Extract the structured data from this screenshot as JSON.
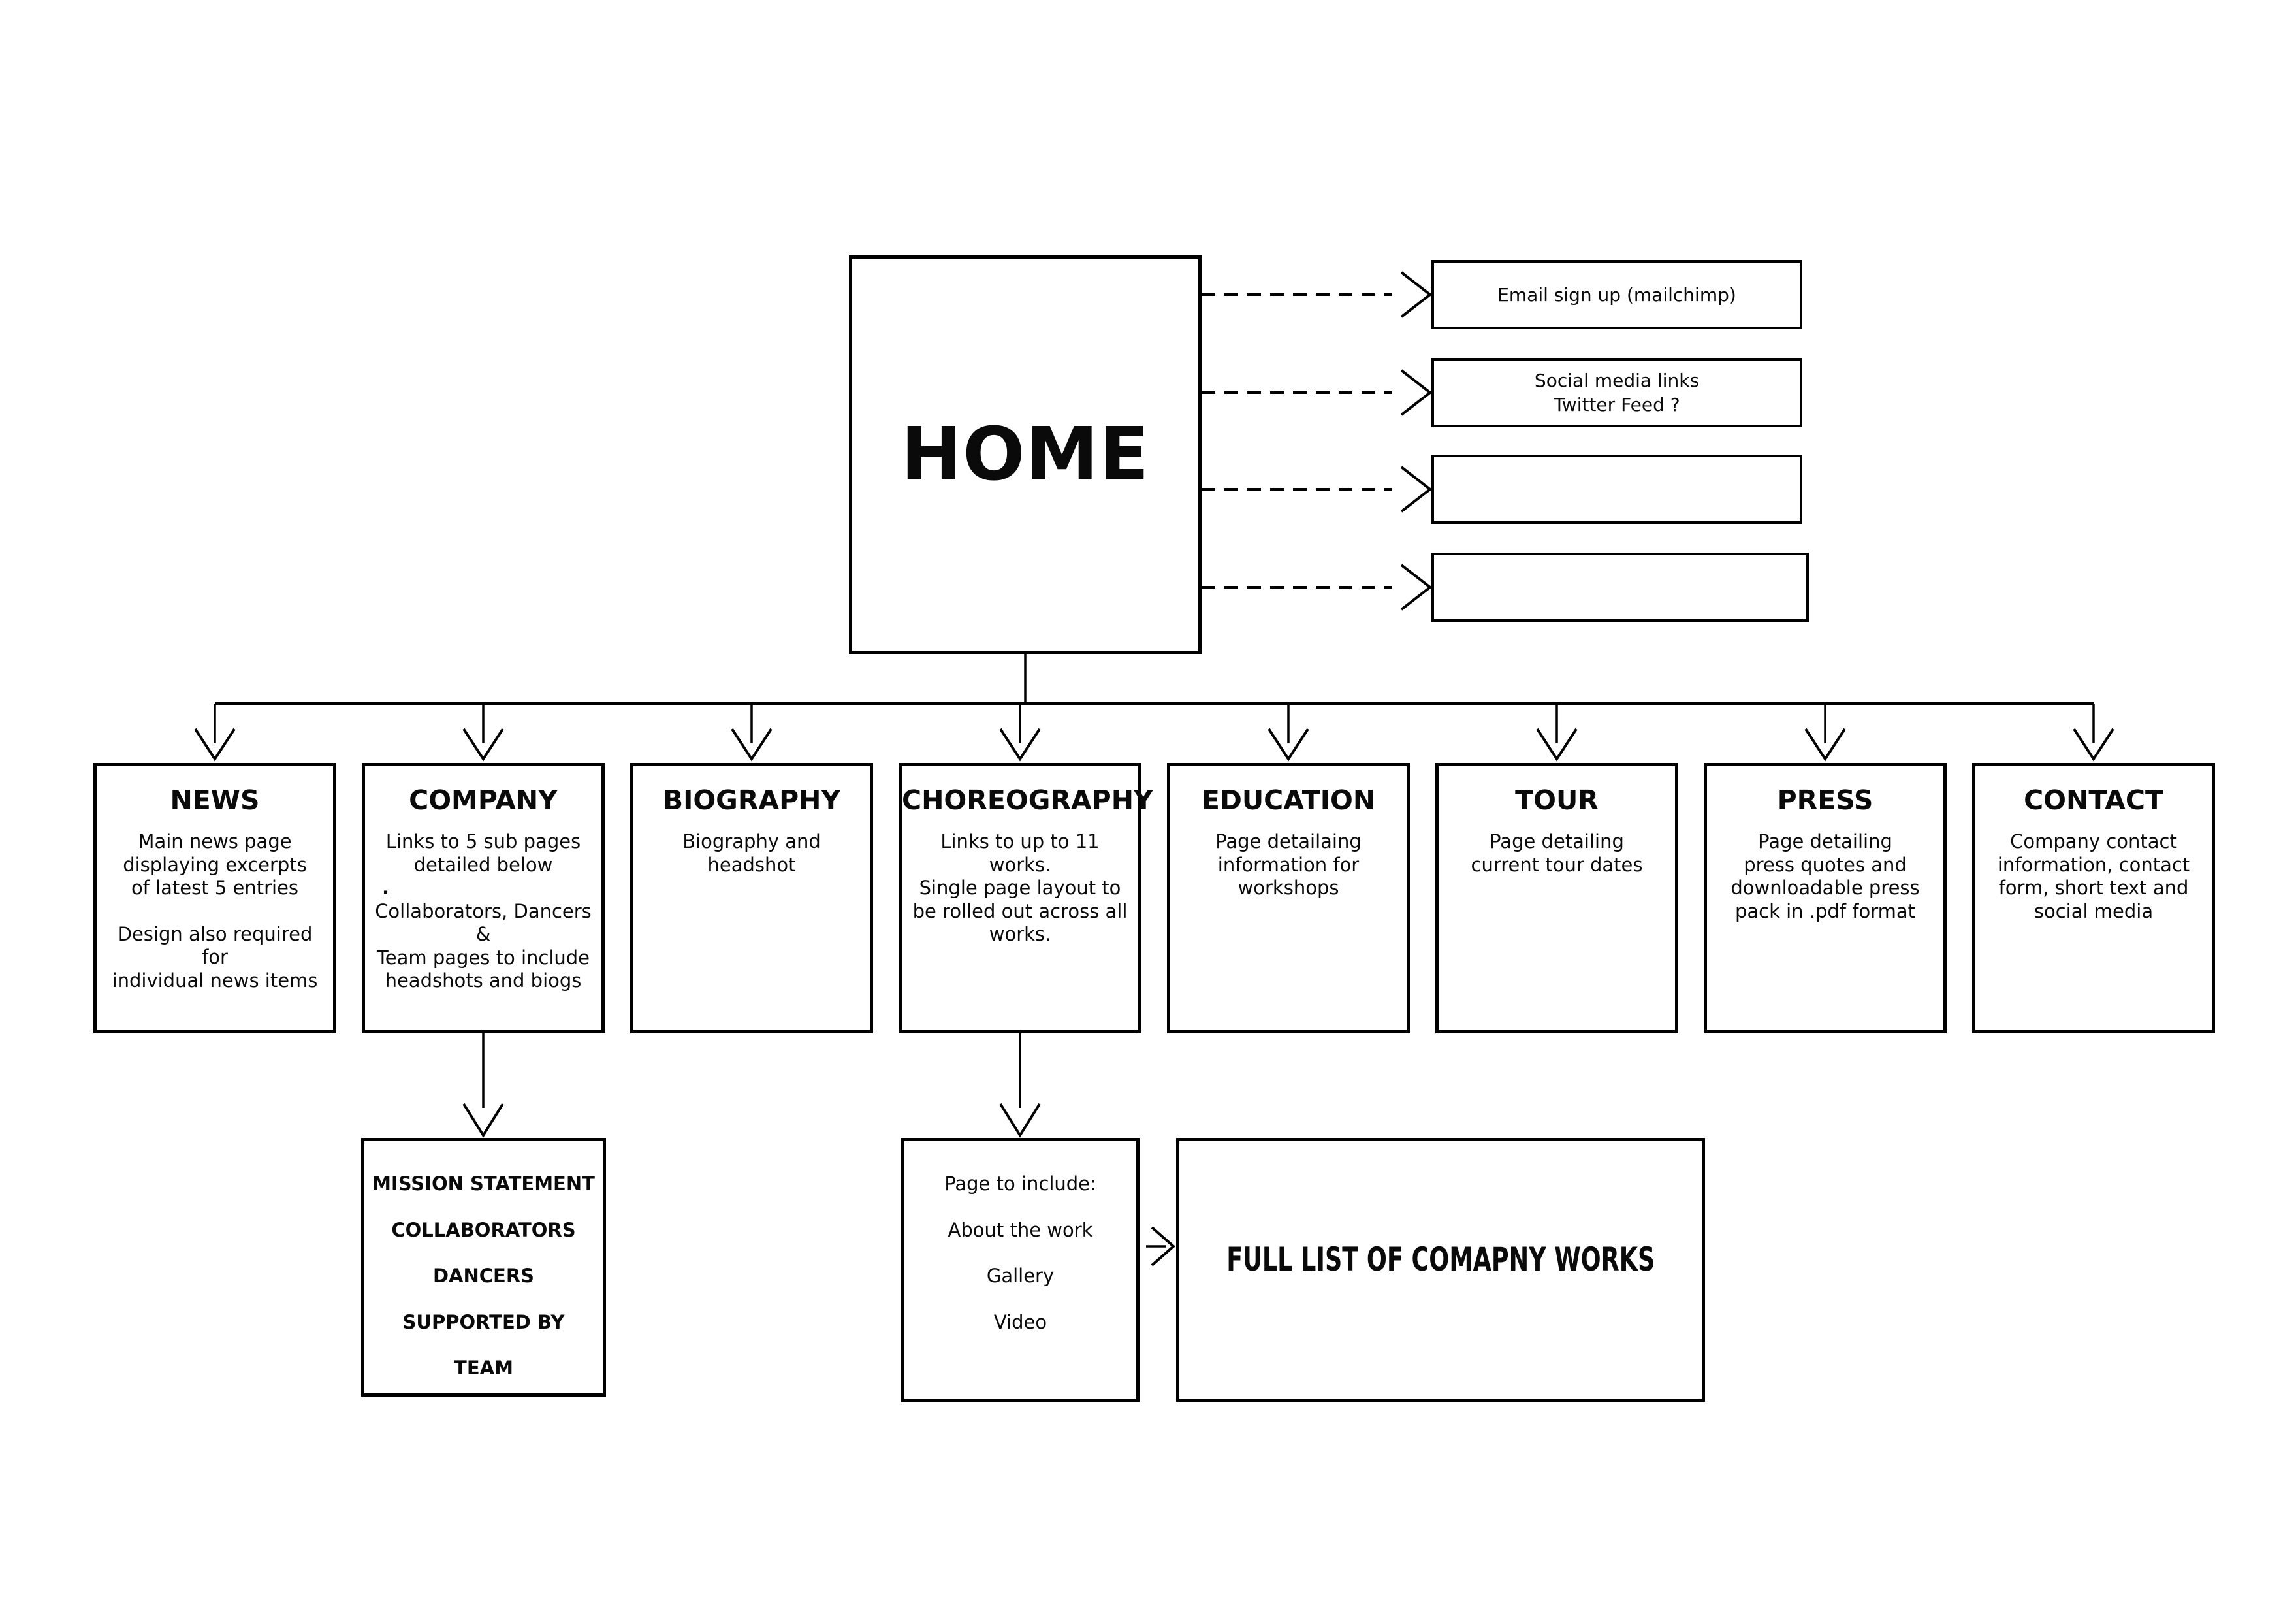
{
  "home": {
    "title": "HOME"
  },
  "side_boxes": [
    {
      "label": "Email sign up (mailchimp)"
    },
    {
      "label": "Social media links\nTwitter Feed ?"
    },
    {
      "label": ""
    },
    {
      "label": ""
    }
  ],
  "pages": [
    {
      "title": "NEWS",
      "body": [
        "Main news page\ndisplaying excerpts\nof latest 5 entries",
        "Design also required for\nindividual news items"
      ]
    },
    {
      "title": "COMPANY",
      "body": [
        "Links to 5 sub pages\ndetailed below",
        ".",
        "Collaborators, Dancers &\nTeam pages to include\nheadshots and biogs"
      ]
    },
    {
      "title": "BIOGRAPHY",
      "body": [
        "Biography and headshot"
      ]
    },
    {
      "title": "CHOREOGRAPHY",
      "body": [
        "Links to up to 11 works.\nSingle page layout to\nbe rolled out across all\nworks."
      ]
    },
    {
      "title": "EDUCATION",
      "body": [
        "Page detailaing\ninformation for\nworkshops"
      ]
    },
    {
      "title": "TOUR",
      "body": [
        "Page detailing\ncurrent tour dates"
      ]
    },
    {
      "title": "PRESS",
      "body": [
        "Page detailing\npress quotes and\ndownloadable press\npack in .pdf format"
      ]
    },
    {
      "title": "CONTACT",
      "body": [
        "Company contact\ninformation, contact\nform, short text and\nsocial media"
      ]
    }
  ],
  "company_sub": {
    "lines": [
      "MISSION STATEMENT",
      "COLLABORATORS",
      "DANCERS",
      "SUPPORTED BY",
      "TEAM"
    ]
  },
  "choreography_sub": {
    "lines": [
      "Page to include:",
      "About the work",
      "Gallery",
      "Video"
    ]
  },
  "works_box": {
    "label": "FULL LIST OF COMAPNY WORKS"
  }
}
